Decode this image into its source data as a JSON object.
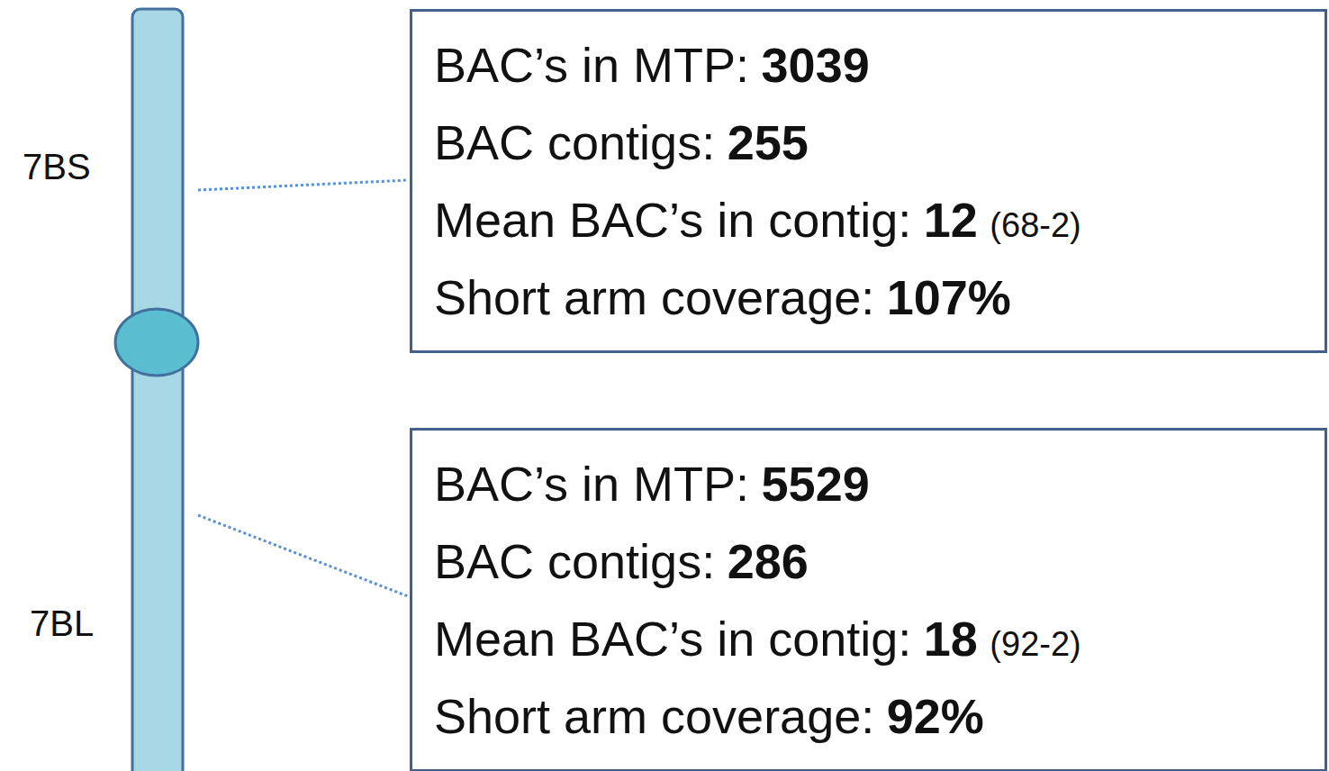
{
  "diagram": {
    "nodes": [
      {
        "text": [
          "BAC’s in MTP:",
          "3039",
          "BAC contigs:",
          "255",
          "Mean BAC’s in contig:",
          "12",
          "(68-2)",
          "Short arm coverage:",
          "107%"
        ]
      },
      {
        "text": [
          "BAC’s in MTP:",
          "5529",
          "BAC contigs:",
          "286",
          "Mean BAC’s in contig:",
          "18",
          "(92-2)",
          "Short arm coverage:",
          "92%"
        ]
      }
    ],
    "labels": [
      "7BS",
      "7BL"
    ]
  }
}
